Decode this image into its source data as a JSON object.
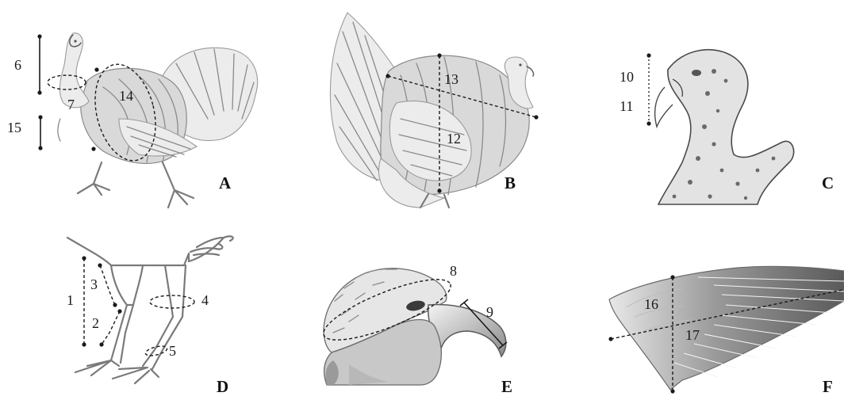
{
  "panels": {
    "A": {
      "letter": "A",
      "labels": {
        "m6": "6",
        "m7": "7",
        "m14": "14",
        "m15": "15"
      }
    },
    "B": {
      "letter": "B",
      "labels": {
        "m12": "12",
        "m13": "13"
      }
    },
    "C": {
      "letter": "C",
      "labels": {
        "m10": "10",
        "m11": "11"
      }
    },
    "D": {
      "letter": "D",
      "labels": {
        "m1": "1",
        "m2": "2",
        "m3": "3",
        "m4": "4",
        "m5": "5"
      }
    },
    "E": {
      "letter": "E",
      "labels": {
        "m8": "8",
        "m9": "9"
      }
    },
    "F": {
      "letter": "F",
      "labels": {
        "m16": "16",
        "m17": "17"
      }
    }
  }
}
